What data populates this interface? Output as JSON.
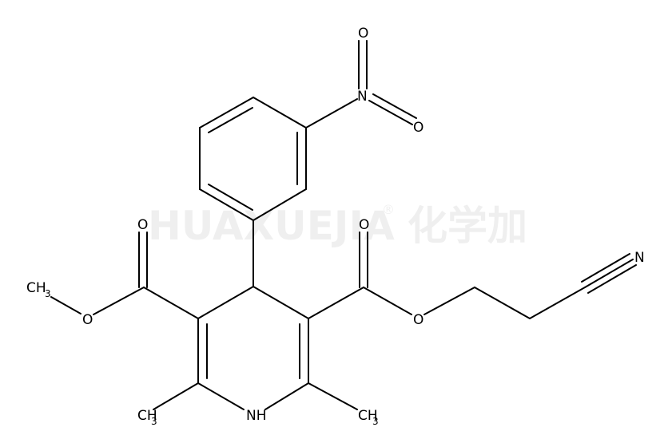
{
  "watermark": {
    "text": "HUAXUEJIA",
    "registered": "®",
    "cn": "化学加"
  },
  "atoms": {
    "o_nitro_top": "O",
    "n_nitro": "N",
    "o_nitro_right": "O",
    "o_carbonyl_left": "O",
    "ch3_methoxy": "CH",
    "ch3_methoxy_sub": "3",
    "o_ester_left": "O",
    "o_carbonyl_right": "O",
    "o_ester_right": "O",
    "n_nitrile": "N",
    "ch3_left": "CH",
    "ch3_left_sub": "3",
    "nh": "NH",
    "ch3_right": "CH",
    "ch3_right_sub": "3"
  }
}
